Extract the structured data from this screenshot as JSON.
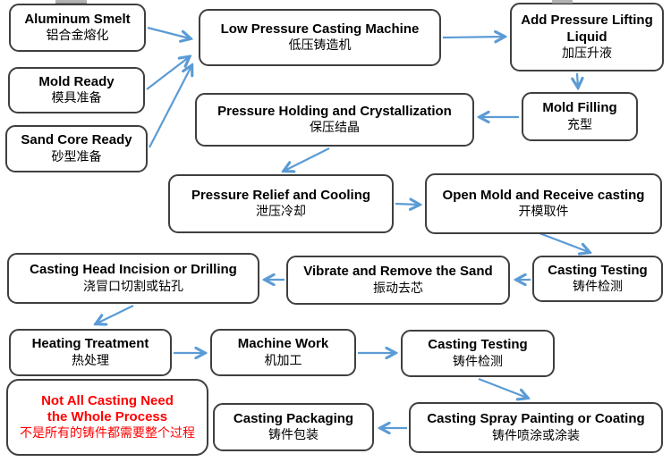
{
  "colors": {
    "arrow": "#5B9BD5",
    "box_border": "#3f3f3f",
    "box_fill": "#ffffff",
    "text": "#000000",
    "note_text": "#ff0000",
    "artifact_gray": "#b3b3b3",
    "background": "#ffffff"
  },
  "nodes": [
    {
      "id": "aluminum-smelt",
      "en": "Aluminum Smelt",
      "zh": "铝合金熔化"
    },
    {
      "id": "low-pressure-casting-machine",
      "en": "Low Pressure Casting Machine",
      "zh": "低压铸造机"
    },
    {
      "id": "add-pressure-lifting-liquid",
      "en": "Add Pressure Lifting Liquid",
      "zh": "加压升液"
    },
    {
      "id": "mold-ready",
      "en": "Mold Ready",
      "zh": "模具准备"
    },
    {
      "id": "mold-filling",
      "en": "Mold Filling",
      "zh": "充型"
    },
    {
      "id": "pressure-holding-and-crystallization",
      "en": "Pressure Holding and Crystallization",
      "zh": "保压结晶"
    },
    {
      "id": "sand-core-ready",
      "en": "Sand Core Ready",
      "zh": "砂型准备"
    },
    {
      "id": "pressure-relief-and-cooling",
      "en": "Pressure Relief and Cooling",
      "zh": "泄压冷却"
    },
    {
      "id": "open-mold-and-receive-casting",
      "en": "Open Mold and Receive casting",
      "zh": "开模取件"
    },
    {
      "id": "casting-head-incision-or-drilling",
      "en": "Casting Head Incision or Drilling",
      "zh": "浇冒口切割或钻孔"
    },
    {
      "id": "vibrate-and-remove-the-sand",
      "en": "Vibrate and Remove the Sand",
      "zh": "振动去芯"
    },
    {
      "id": "casting-testing-1",
      "en": "Casting Testing",
      "zh": "铸件检测"
    },
    {
      "id": "heating-treatment",
      "en": "Heating Treatment",
      "zh": "热处理"
    },
    {
      "id": "machine-work",
      "en": "Machine Work",
      "zh": "机加工"
    },
    {
      "id": "casting-testing-2",
      "en": "Casting Testing",
      "zh": "铸件检测"
    },
    {
      "id": "casting-packaging",
      "en": "Casting Packaging",
      "zh": "铸件包装"
    },
    {
      "id": "casting-spray-painting-or-coating",
      "en": "Casting Spray Painting or Coating",
      "zh": "铸件喷涂或涂装"
    }
  ],
  "note": {
    "line1": "Not All Casting Need",
    "line2": "the Whole Process",
    "zh": "不是所有的铸件都需要整个过程"
  },
  "edges": [
    {
      "from": "aluminum-smelt",
      "to": "low-pressure-casting-machine"
    },
    {
      "from": "mold-ready",
      "to": "low-pressure-casting-machine"
    },
    {
      "from": "sand-core-ready",
      "to": "low-pressure-casting-machine"
    },
    {
      "from": "low-pressure-casting-machine",
      "to": "add-pressure-lifting-liquid"
    },
    {
      "from": "add-pressure-lifting-liquid",
      "to": "mold-filling"
    },
    {
      "from": "mold-filling",
      "to": "pressure-holding-and-crystallization"
    },
    {
      "from": "pressure-holding-and-crystallization",
      "to": "pressure-relief-and-cooling"
    },
    {
      "from": "pressure-relief-and-cooling",
      "to": "open-mold-and-receive-casting"
    },
    {
      "from": "open-mold-and-receive-casting",
      "to": "casting-testing-1"
    },
    {
      "from": "casting-testing-1",
      "to": "vibrate-and-remove-the-sand"
    },
    {
      "from": "vibrate-and-remove-the-sand",
      "to": "casting-head-incision-or-drilling"
    },
    {
      "from": "casting-head-incision-or-drilling",
      "to": "heating-treatment"
    },
    {
      "from": "heating-treatment",
      "to": "machine-work"
    },
    {
      "from": "machine-work",
      "to": "casting-testing-2"
    },
    {
      "from": "casting-testing-2",
      "to": "casting-spray-painting-or-coating"
    },
    {
      "from": "casting-spray-painting-or-coating",
      "to": "casting-packaging"
    }
  ]
}
